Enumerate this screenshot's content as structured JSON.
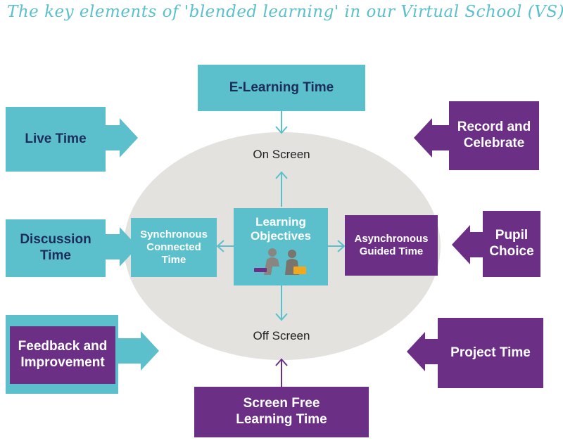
{
  "title": "The key elements of 'blended learning' in our Virtual School (VS)",
  "colors": {
    "teal": "#5bc0cc",
    "purple": "#6b2f86",
    "navy": "#1d2c5a",
    "ellipse": "#e4e2df"
  },
  "nodes": {
    "elearning": "E-Learning Time",
    "live": "Live Time",
    "discussion": "Discussion Time",
    "feedback": "Feedback and Improvement",
    "record": "Record and Celebrate",
    "pupil": "Pupil Choice",
    "project": "Project Time",
    "screenfree": "Screen Free Learning Time",
    "synchronous": "Synchronous Connected Time",
    "asynchronous": "Asynchronous Guided Time",
    "objectives": "Learning Objectives"
  },
  "labels": {
    "on_screen": "On Screen",
    "off_screen": "Off Screen"
  }
}
